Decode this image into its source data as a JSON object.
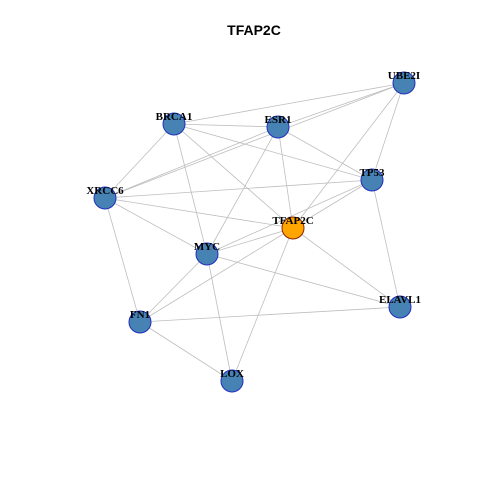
{
  "title": "TFAP2C",
  "colors": {
    "node_fill": "#4682B4",
    "node_stroke": "#1F2FBF",
    "center_fill": "#FFA500",
    "center_stroke": "#8B2500",
    "edge": "#BEBEBE",
    "label": "#000000"
  },
  "nodes": [
    {
      "id": "UBE2I",
      "label": "UBE2I",
      "center": false
    },
    {
      "id": "BRCA1",
      "label": "BRCA1",
      "center": false
    },
    {
      "id": "ESR1",
      "label": "ESR1",
      "center": false
    },
    {
      "id": "TP53",
      "label": "TP53",
      "center": false
    },
    {
      "id": "XRCC6",
      "label": "XRCC6",
      "center": false
    },
    {
      "id": "TFAP2C",
      "label": "TFAP2C",
      "center": true
    },
    {
      "id": "MYC",
      "label": "MYC",
      "center": false
    },
    {
      "id": "ELAVL1",
      "label": "ELAVL1",
      "center": false
    },
    {
      "id": "FN1",
      "label": "FN1",
      "center": false
    },
    {
      "id": "LOX",
      "label": "LOX",
      "center": false
    }
  ],
  "edges": [
    [
      "BRCA1",
      "UBE2I"
    ],
    [
      "BRCA1",
      "ESR1"
    ],
    [
      "BRCA1",
      "TP53"
    ],
    [
      "BRCA1",
      "XRCC6"
    ],
    [
      "BRCA1",
      "TFAP2C"
    ],
    [
      "BRCA1",
      "MYC"
    ],
    [
      "ESR1",
      "UBE2I"
    ],
    [
      "ESR1",
      "TP53"
    ],
    [
      "ESR1",
      "XRCC6"
    ],
    [
      "ESR1",
      "TFAP2C"
    ],
    [
      "ESR1",
      "MYC"
    ],
    [
      "UBE2I",
      "TP53"
    ],
    [
      "UBE2I",
      "TFAP2C"
    ],
    [
      "UBE2I",
      "XRCC6"
    ],
    [
      "TP53",
      "XRCC6"
    ],
    [
      "TP53",
      "TFAP2C"
    ],
    [
      "TP53",
      "MYC"
    ],
    [
      "TP53",
      "ELAVL1"
    ],
    [
      "XRCC6",
      "TFAP2C"
    ],
    [
      "XRCC6",
      "MYC"
    ],
    [
      "XRCC6",
      "FN1"
    ],
    [
      "TFAP2C",
      "MYC"
    ],
    [
      "TFAP2C",
      "FN1"
    ],
    [
      "TFAP2C",
      "ELAVL1"
    ],
    [
      "TFAP2C",
      "LOX"
    ],
    [
      "MYC",
      "FN1"
    ],
    [
      "MYC",
      "LOX"
    ],
    [
      "MYC",
      "ELAVL1"
    ],
    [
      "FN1",
      "ELAVL1"
    ],
    [
      "FN1",
      "LOX"
    ]
  ]
}
